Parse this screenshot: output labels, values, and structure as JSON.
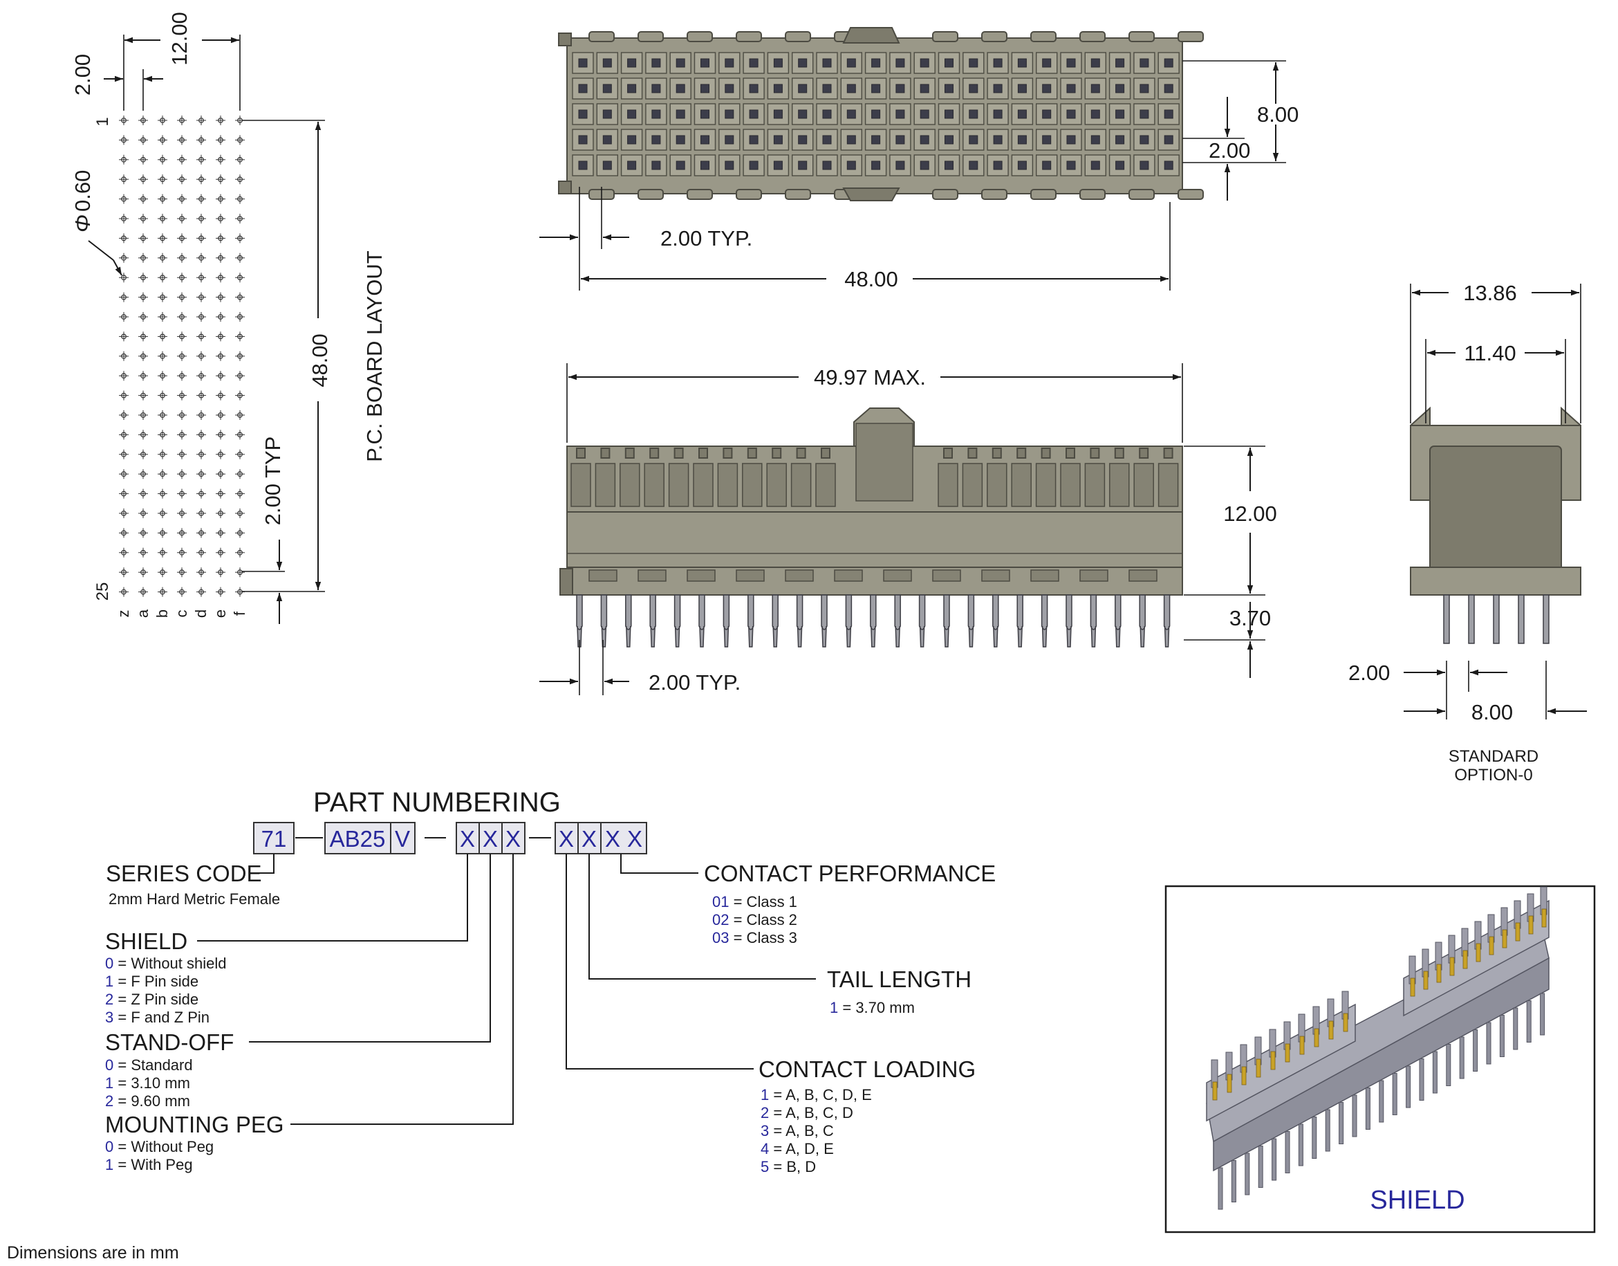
{
  "pcb_layout": {
    "title": "P.C. BOARD LAYOUT",
    "dim_width": "12.00",
    "dim_pitch_x": "2.00",
    "dim_hole": "0.60",
    "dim_hole_symbol": "Φ",
    "dim_length": "48.00",
    "dim_pitch_y": "2.00 TYP",
    "row_first": "1",
    "row_last": "25",
    "column_labels": [
      "z",
      "a",
      "b",
      "c",
      "d",
      "e",
      "f"
    ],
    "rows": 25
  },
  "top_view": {
    "dim_height": "8.00",
    "dim_pitch": "2.00",
    "dim_pitch_typ": "2.00 TYP.",
    "dim_length": "48.00"
  },
  "front_view": {
    "dim_max": "49.97 MAX.",
    "dim_height": "12.00",
    "dim_tail": "3.70",
    "dim_pitch_typ": "2.00 TYP."
  },
  "side_view": {
    "dim_outer": "13.86",
    "dim_inner": "11.40",
    "dim_pitch": "2.00",
    "dim_span": "8.00",
    "caption_line1": "STANDARD",
    "caption_line2": "OPTION-0"
  },
  "part_numbering": {
    "title": "PART NUMBERING",
    "boxes": [
      "71",
      "AB25",
      "V",
      "X",
      "X",
      "X",
      "X",
      "X",
      "X",
      "X"
    ],
    "series_code": {
      "label": "SERIES CODE",
      "desc": "2mm Hard Metric Female"
    },
    "shield": {
      "label": "SHIELD",
      "options": [
        {
          "code": "0",
          "text": "= Without shield"
        },
        {
          "code": "1",
          "text": "=  F Pin side"
        },
        {
          "code": "2",
          "text": "=  Z Pin side"
        },
        {
          "code": "3",
          "text": "=  F and Z Pin"
        }
      ]
    },
    "stand_off": {
      "label": "STAND-OFF",
      "options": [
        {
          "code": "0",
          "text": "= Standard"
        },
        {
          "code": "1",
          "text": "= 3.10 mm"
        },
        {
          "code": "2",
          "text": "= 9.60 mm"
        }
      ]
    },
    "mounting_peg": {
      "label": "MOUNTING PEG",
      "options": [
        {
          "code": "0",
          "text": "= Without Peg"
        },
        {
          "code": "1",
          "text": "= With Peg"
        }
      ]
    },
    "contact_performance": {
      "label": "CONTACT PERFORMANCE",
      "options": [
        {
          "code": "01",
          "text": "= Class 1"
        },
        {
          "code": "02",
          "text": "= Class 2"
        },
        {
          "code": "03",
          "text": "= Class 3"
        }
      ]
    },
    "tail_length": {
      "label": "TAIL LENGTH",
      "options": [
        {
          "code": "1",
          "text": "= 3.70 mm"
        }
      ]
    },
    "contact_loading": {
      "label": "CONTACT LOADING",
      "options": [
        {
          "code": "1",
          "text": "= A, B, C, D, E"
        },
        {
          "code": "2",
          "text": "= A, B, C, D"
        },
        {
          "code": "3",
          "text": "= A, B, C"
        },
        {
          "code": "4",
          "text": "= A, D, E"
        },
        {
          "code": "5",
          "text": "= B, D"
        }
      ]
    }
  },
  "shield_panel": {
    "caption": "SHIELD"
  },
  "footer_note": "Dimensions are in mm",
  "colors": {
    "housing": "#9a9888",
    "accent_text": "#27279b",
    "line": "#1a1a1a",
    "shield_metal": "#9c9ca8",
    "contact_gold": "#c9a227"
  }
}
